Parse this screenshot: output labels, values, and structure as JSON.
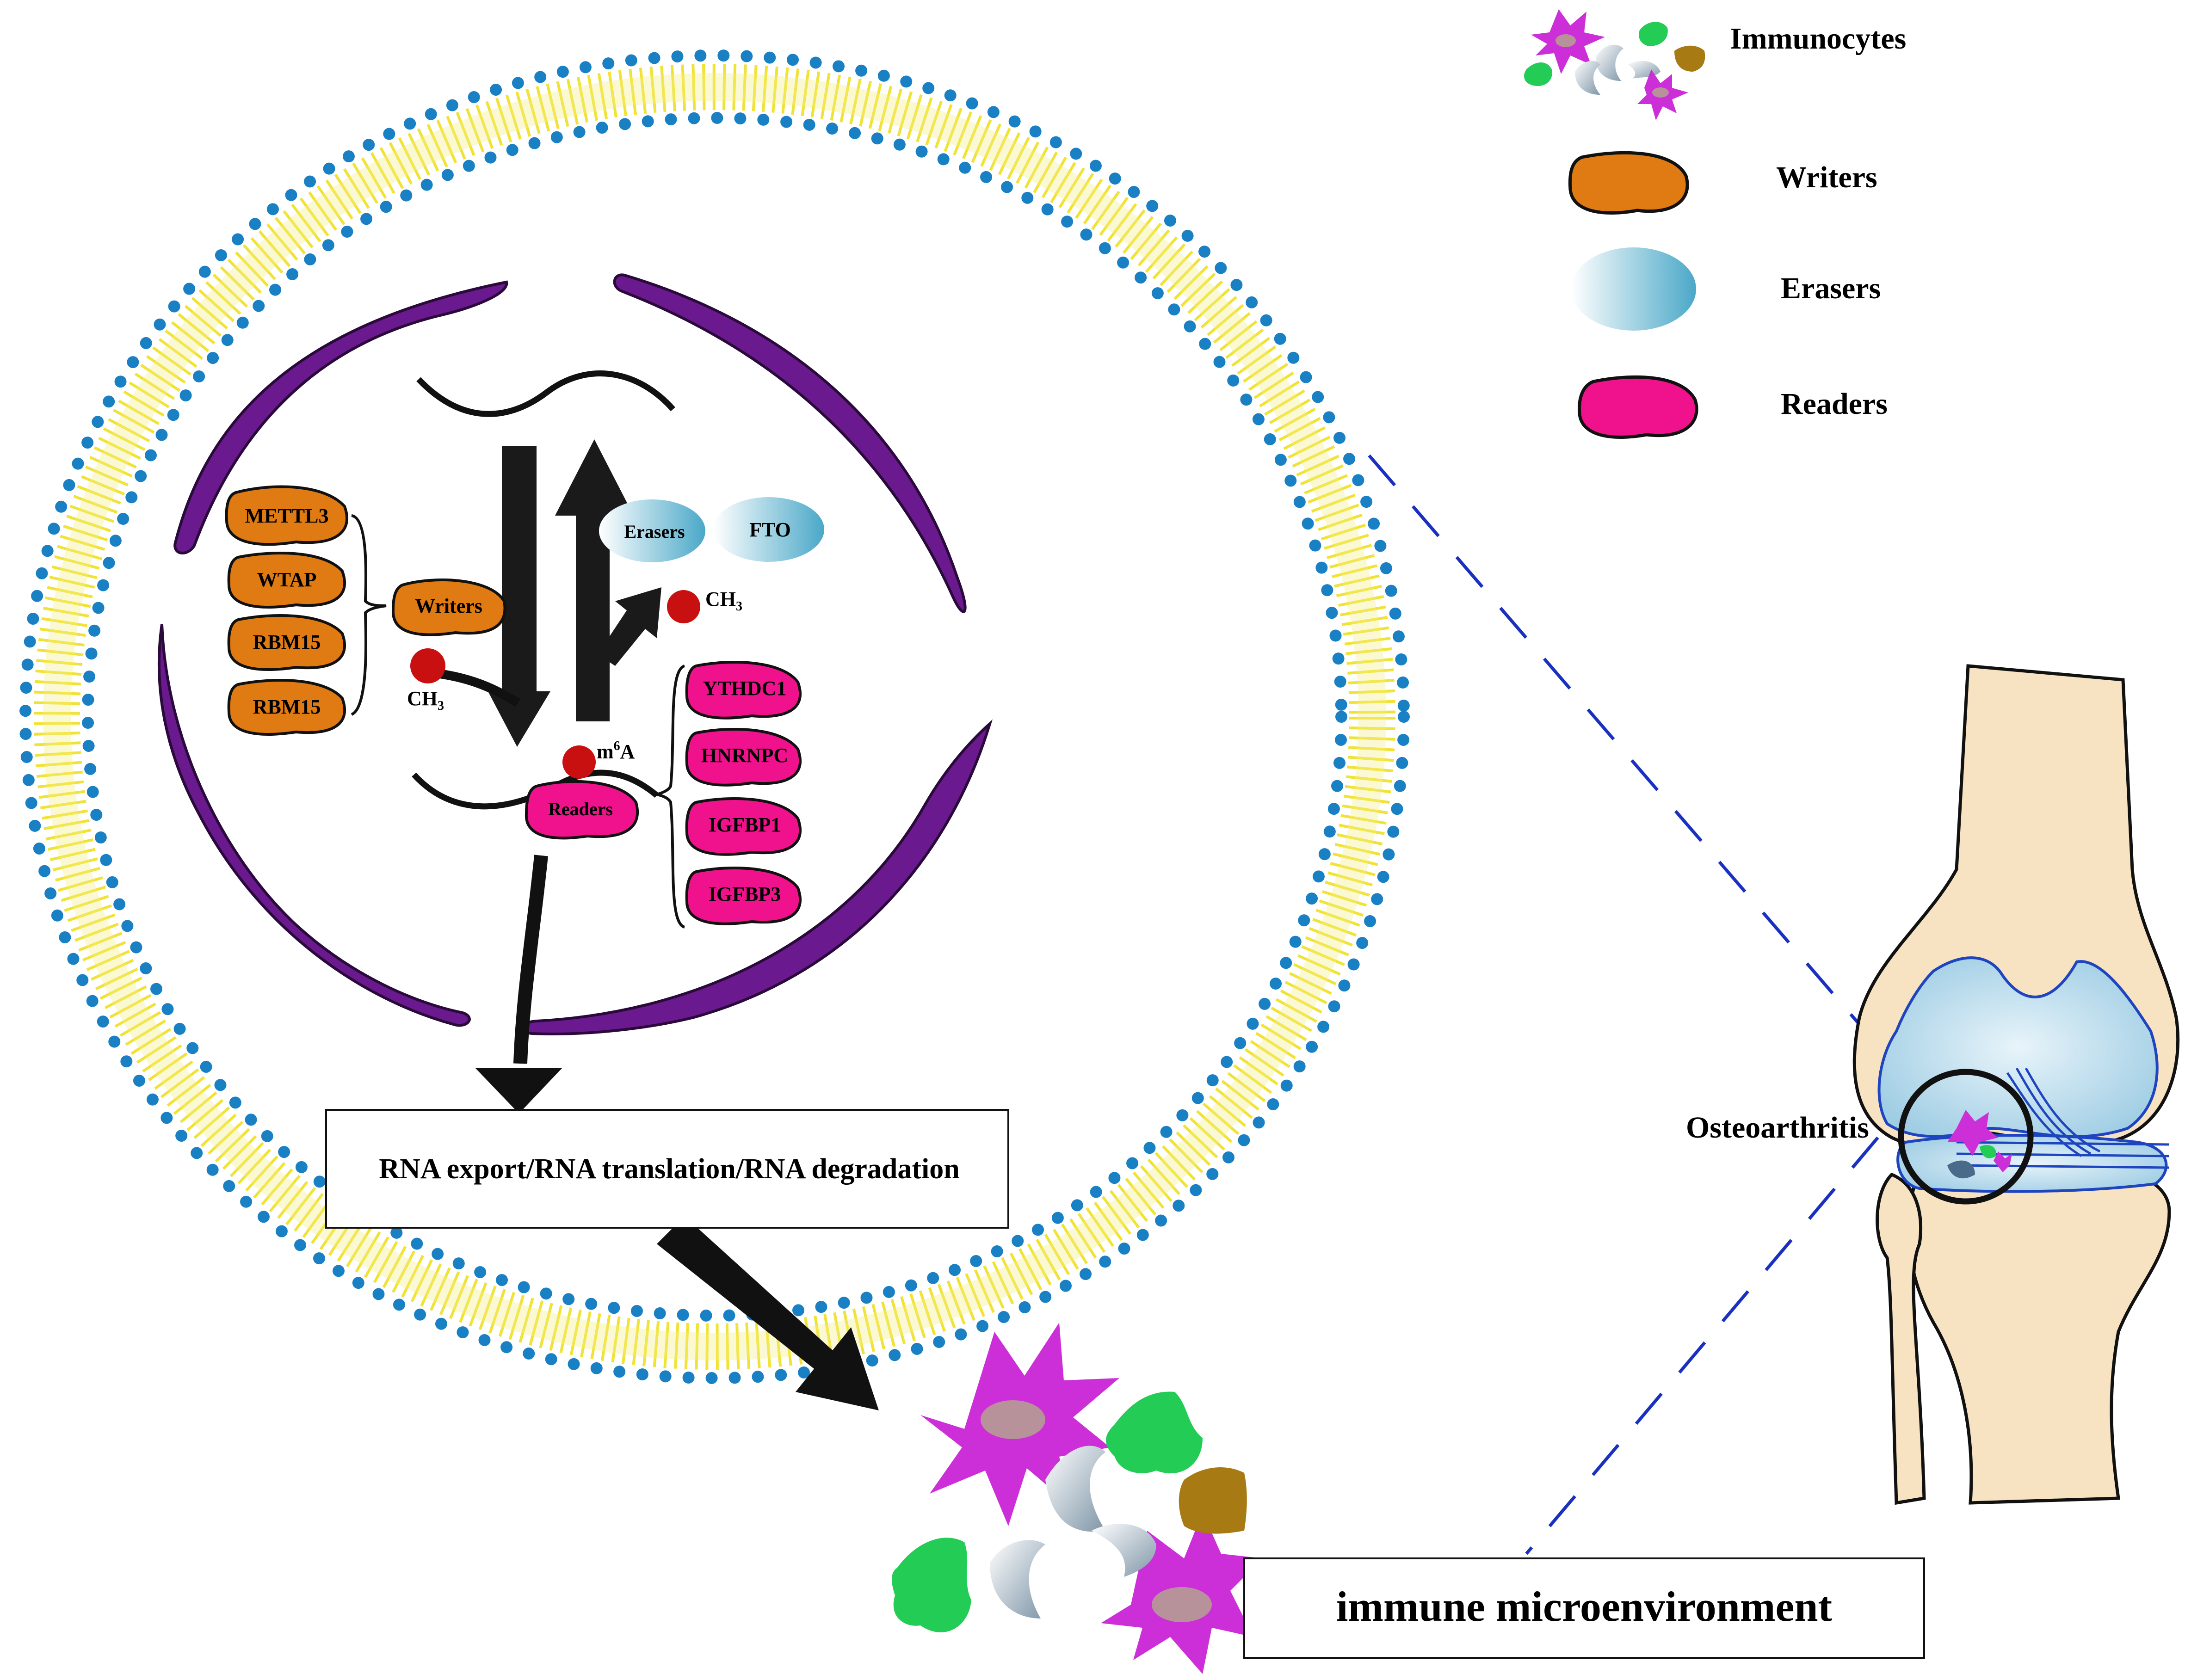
{
  "legend": {
    "immunocytes": "Immunocytes",
    "writers": "Writers",
    "erasers": "Erasers",
    "readers": "Readers"
  },
  "writers": {
    "group_label": "Writers",
    "items": [
      "METTL3",
      "WTAP",
      "RBM15",
      "RBM15"
    ]
  },
  "erasers": {
    "group_label": "Erasers",
    "items": [
      "FTO"
    ]
  },
  "readers": {
    "group_label": "Readers",
    "items": [
      "YTHDC1",
      "HNRNPC",
      "IGFBP1",
      "IGFBP3"
    ]
  },
  "methyl": {
    "ch3_prefix": "CH",
    "ch3_sub": "3",
    "m6a_m": "m",
    "m6a_sup": "6",
    "m6a_a": "A"
  },
  "outcome_box": "RNA export/RNA translation/RNA degradation",
  "immune_box": "immune microenvironment",
  "joint_label": "Osteoarthritis",
  "colors": {
    "writer": "#E07A12",
    "eraser": "#5AB0CC",
    "reader": "#F0128C",
    "nuclear_envelope": "#6A1A8E",
    "membrane_head": "#1A80C4",
    "membrane_tail": "#F0E020",
    "methyl": "#C81010",
    "dashed_line": "#1A30C0",
    "bone": "#F7E3C2",
    "cartilage": "#BFE0F0"
  }
}
